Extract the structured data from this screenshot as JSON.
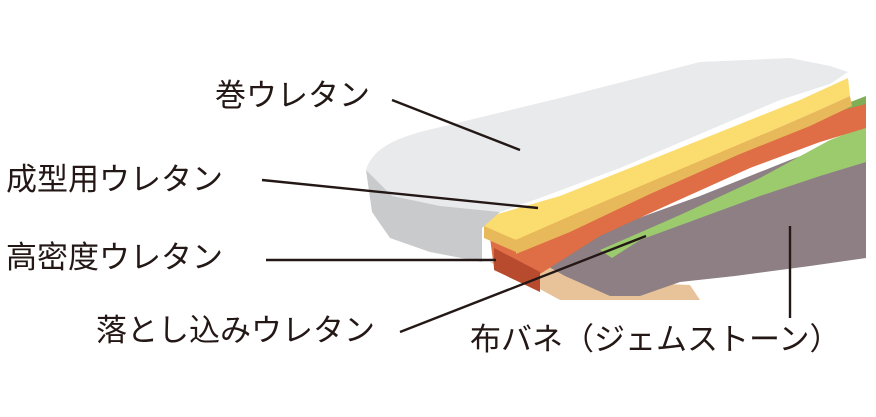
{
  "labels": {
    "maki_urethane": "巻ウレタン",
    "seikei_urethane": "成型用ウレタン",
    "komitsu_urethane": "高密度ウレタン",
    "otoshikomi_urethane": "落とし込みウレタン",
    "nunobane": "布バネ（ジェムストーン）"
  },
  "colors": {
    "wrap_top": "#e8eaec",
    "wrap_side": "#c9cacb",
    "molded": "#fbdd6f",
    "molded_dark": "#e8b95a",
    "high_density": "#df6d45",
    "high_density_dark": "#b84a2e",
    "drop_in": "#9ccb6e",
    "drop_in_dark": "#7fae57",
    "fabric_spring": "#8d7f84",
    "frame": "#e8c39a",
    "leader_line": "#231815"
  }
}
